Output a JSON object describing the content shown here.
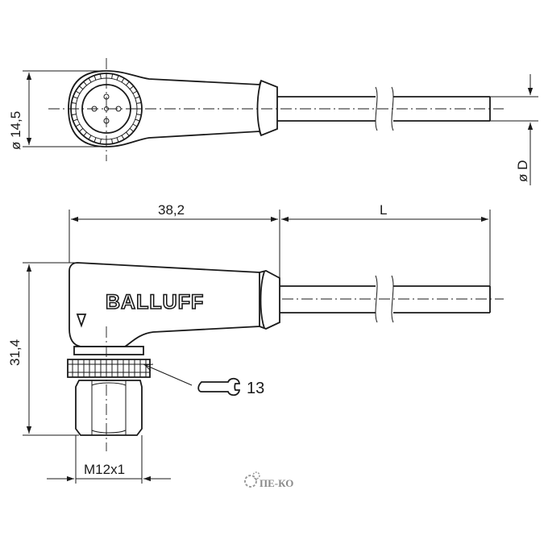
{
  "drawing": {
    "top_view": {
      "dia_label": "ø 14,5",
      "cable_dia_label": "ø D"
    },
    "side_view": {
      "length_label": "38,2",
      "cable_length_label": "L",
      "height_label": "31,4",
      "wrench_size": "13",
      "thread_label": "M12x1",
      "brand": "BALLUFF"
    },
    "watermark": "ПЕ-КО"
  },
  "colors": {
    "line": "#1a1a1a",
    "body_fill": "#d9d9d9",
    "background": "#ffffff"
  }
}
